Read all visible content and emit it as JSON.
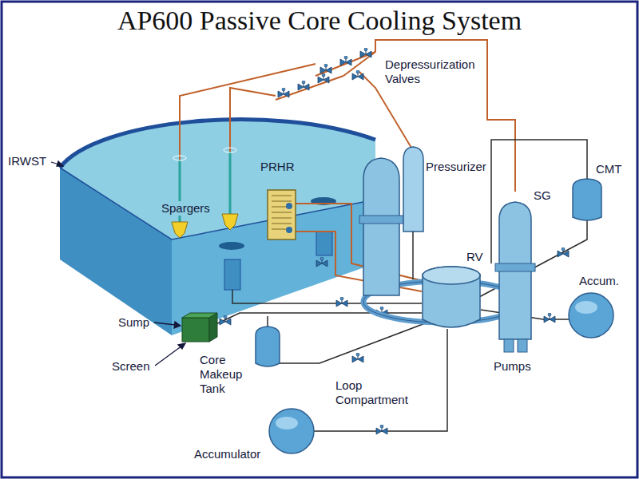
{
  "diagram": {
    "title": "AP600 Passive Core Cooling System",
    "labels": [
      "Depressurization Valves",
      "IRWST",
      "PRHR",
      "Pressurizer",
      "CMT",
      "SG",
      "Spargers",
      "RV",
      "Accum.",
      "Sump",
      "Screen",
      "Core Makeup Tank",
      "Pumps",
      "Loop Compartment",
      "Accumulator"
    ]
  }
}
